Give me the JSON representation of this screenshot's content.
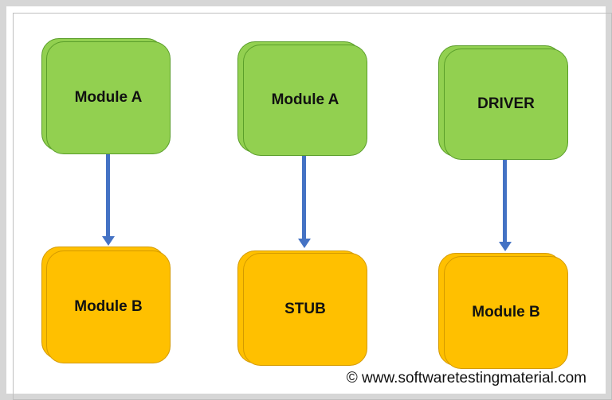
{
  "columns": [
    {
      "top_label": "Module A",
      "bottom_label": "Module B"
    },
    {
      "top_label": "Module A",
      "bottom_label": "STUB"
    },
    {
      "top_label": "DRIVER",
      "bottom_label": "Module B"
    }
  ],
  "watermark": "© www.softwaretestingmaterial.com",
  "colors": {
    "top_box": "#92d050",
    "bottom_box": "#ffc000",
    "arrow": "#4472c4"
  }
}
